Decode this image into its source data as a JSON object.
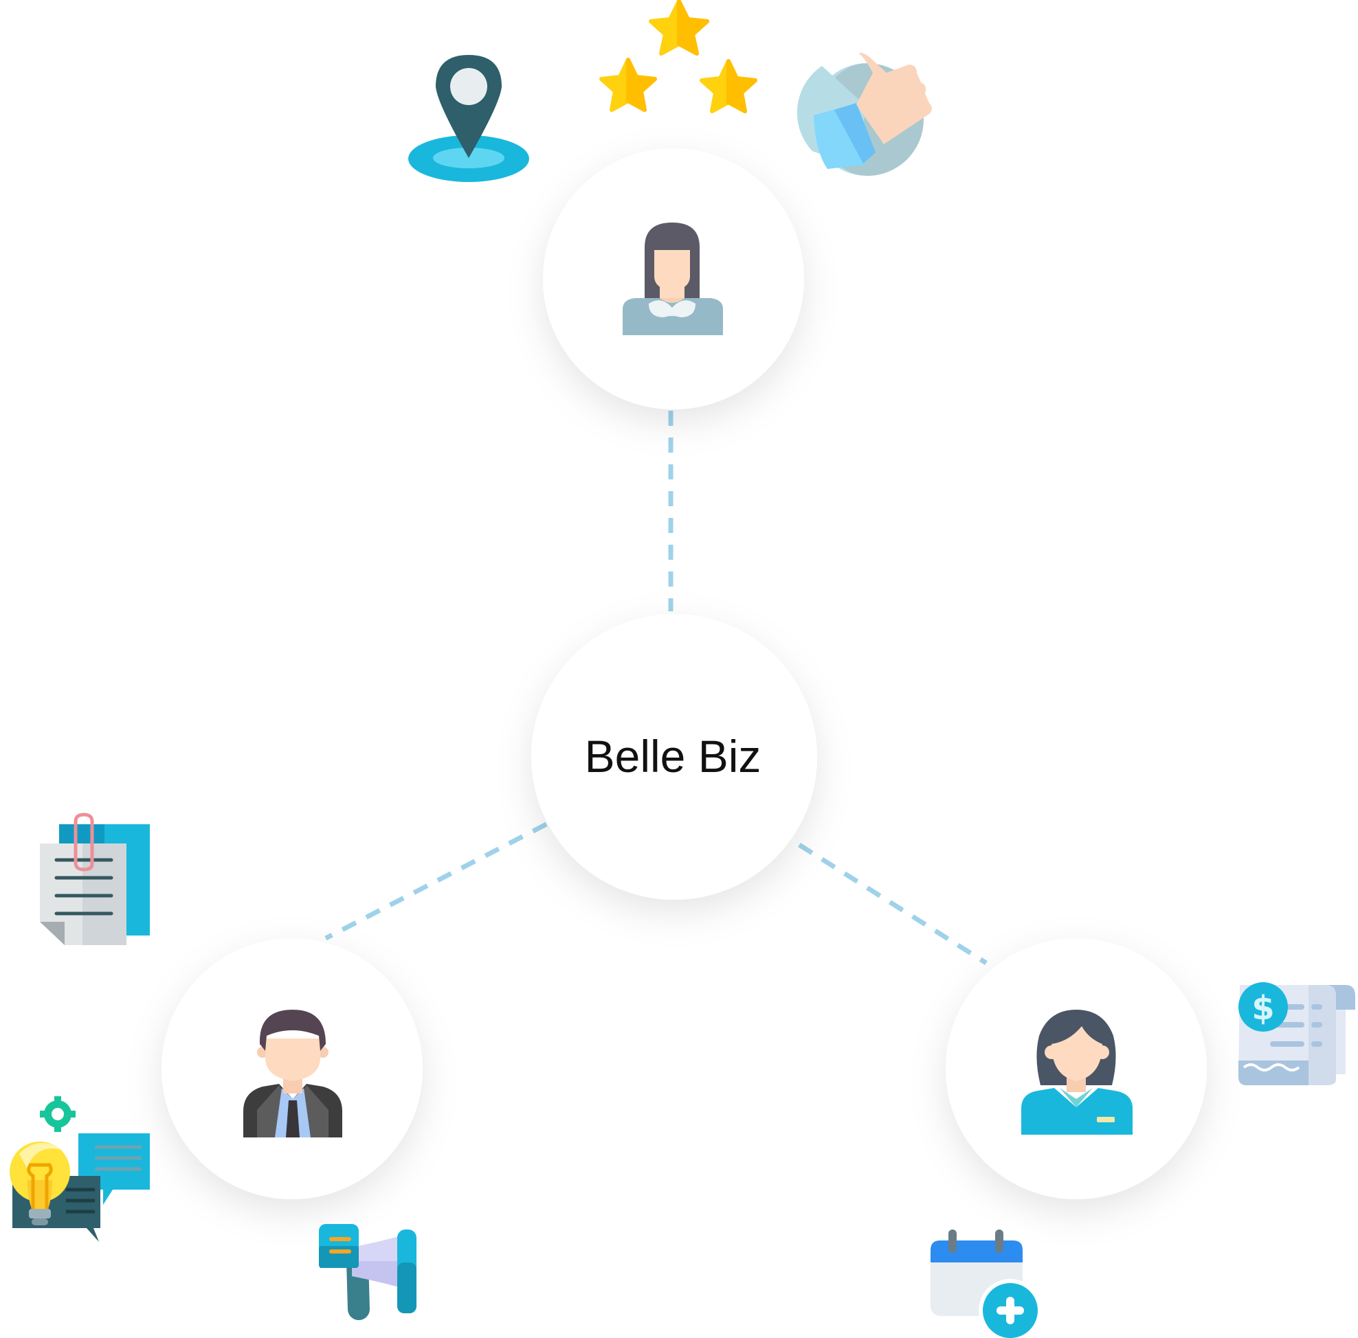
{
  "hub": {
    "label": "Belle Biz"
  },
  "nodes": [
    {
      "id": "top",
      "person_icon": "businesswoman-icon",
      "surrounding_icons": [
        "location-pin-icon",
        "three-stars-rating-icon",
        "thumbs-up-icon"
      ]
    },
    {
      "id": "bottom-left",
      "person_icon": "businessman-icon",
      "surrounding_icons": [
        "documents-clip-icon",
        "idea-chat-icon",
        "megaphone-icon"
      ]
    },
    {
      "id": "bottom-right",
      "person_icon": "receptionist-icon",
      "surrounding_icons": [
        "invoice-receipt-icon",
        "calendar-add-icon"
      ]
    }
  ],
  "colors": {
    "connector": "#9fd2ea",
    "circle_fill": "#ffffff",
    "accent_cyan": "#1ab7dc",
    "dark_teal": "#2e5f6b",
    "star_yellow": "#ffd10f",
    "star_shade": "#ffbe00"
  }
}
